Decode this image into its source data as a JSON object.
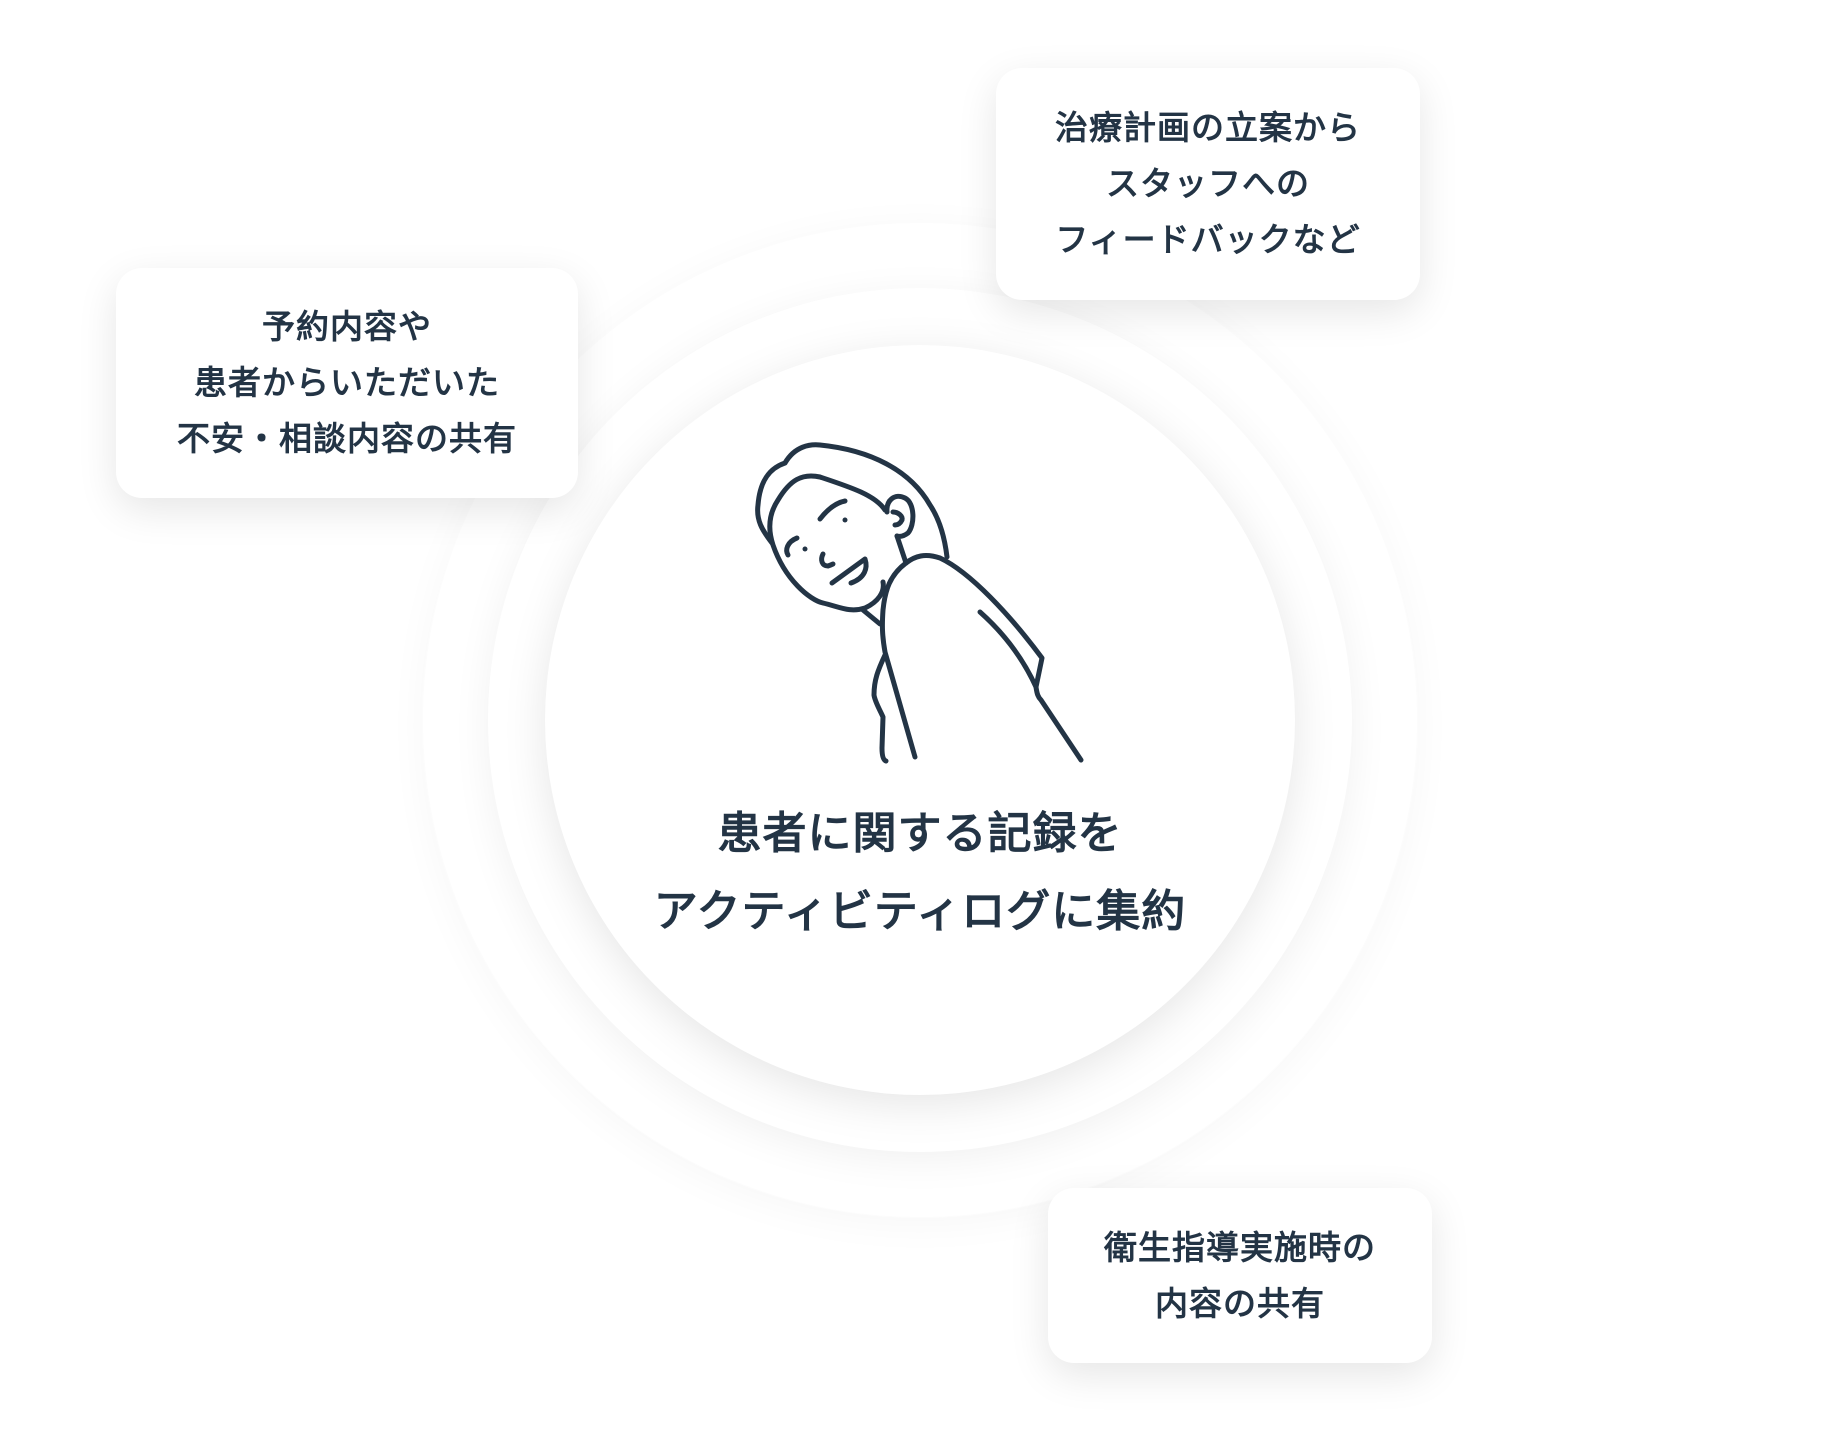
{
  "center": {
    "lines": [
      "患者に関する記録を",
      "アクティビティログに集約"
    ],
    "illustration": "person-leaning-icon"
  },
  "cards": [
    {
      "lines": [
        "予約内容や",
        "患者からいただいた",
        "不安・相談内容の共有"
      ]
    },
    {
      "lines": [
        "治療計画の立案から",
        "スタッフへの",
        "フィードバックなど"
      ]
    },
    {
      "lines": [
        "衛生指導実施時の",
        "内容の共有"
      ]
    }
  ],
  "colors": {
    "text": "#233445",
    "background": "#ffffff",
    "stroke": "#233445"
  }
}
